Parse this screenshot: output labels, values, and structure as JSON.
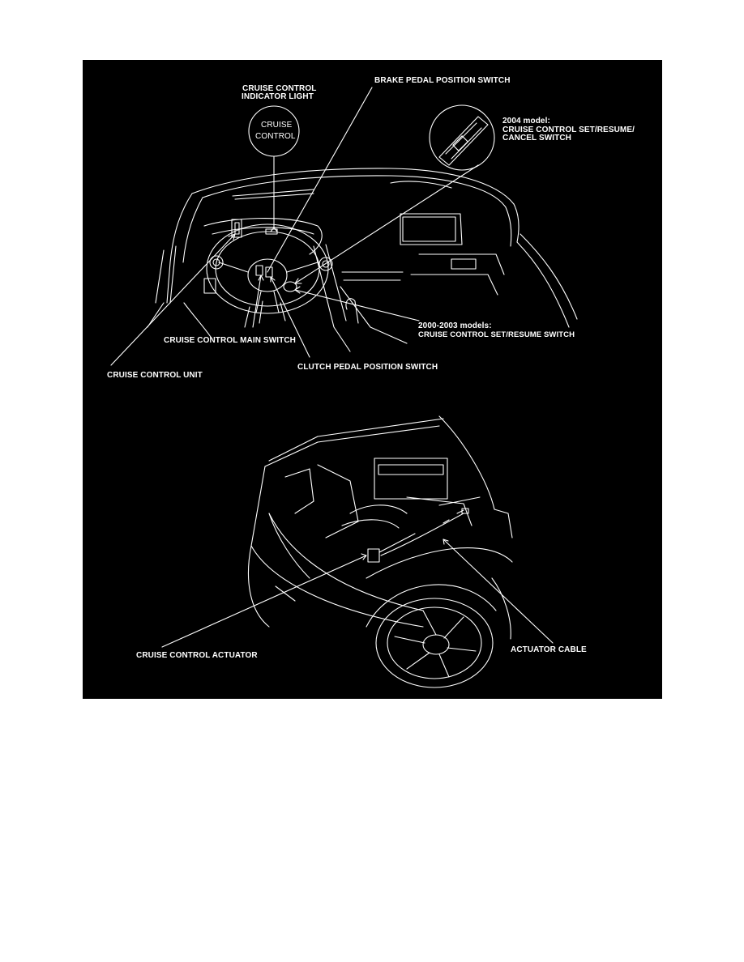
{
  "colors": {
    "background": "#000000",
    "line": "#ffffff",
    "page": "#ffffff"
  },
  "labels": {
    "indicator_light_l1": "CRUISE CONTROL",
    "indicator_light_l2": "INDICATOR LIGHT",
    "indicator_text_l1": "CRUISE",
    "indicator_text_l2": "CONTROL",
    "brake_switch": "BRAKE PEDAL POSITION SWITCH",
    "model_2004_l1": "2004 model:",
    "model_2004_l2": "CRUISE CONTROL SET/RESUME/",
    "model_2004_l3": "CANCEL SWITCH",
    "models_2000_l1": "2000-2003 models:",
    "models_2000_l2": "CRUISE CONTROL SET/RESUME SWITCH",
    "main_switch": "CRUISE CONTROL MAIN SWITCH",
    "control_unit": "CRUISE CONTROL UNIT",
    "clutch_switch": "CLUTCH PEDAL POSITION SWITCH",
    "actuator": "CRUISE CONTROL ACTUATOR",
    "actuator_cable": "ACTUATOR CABLE"
  }
}
